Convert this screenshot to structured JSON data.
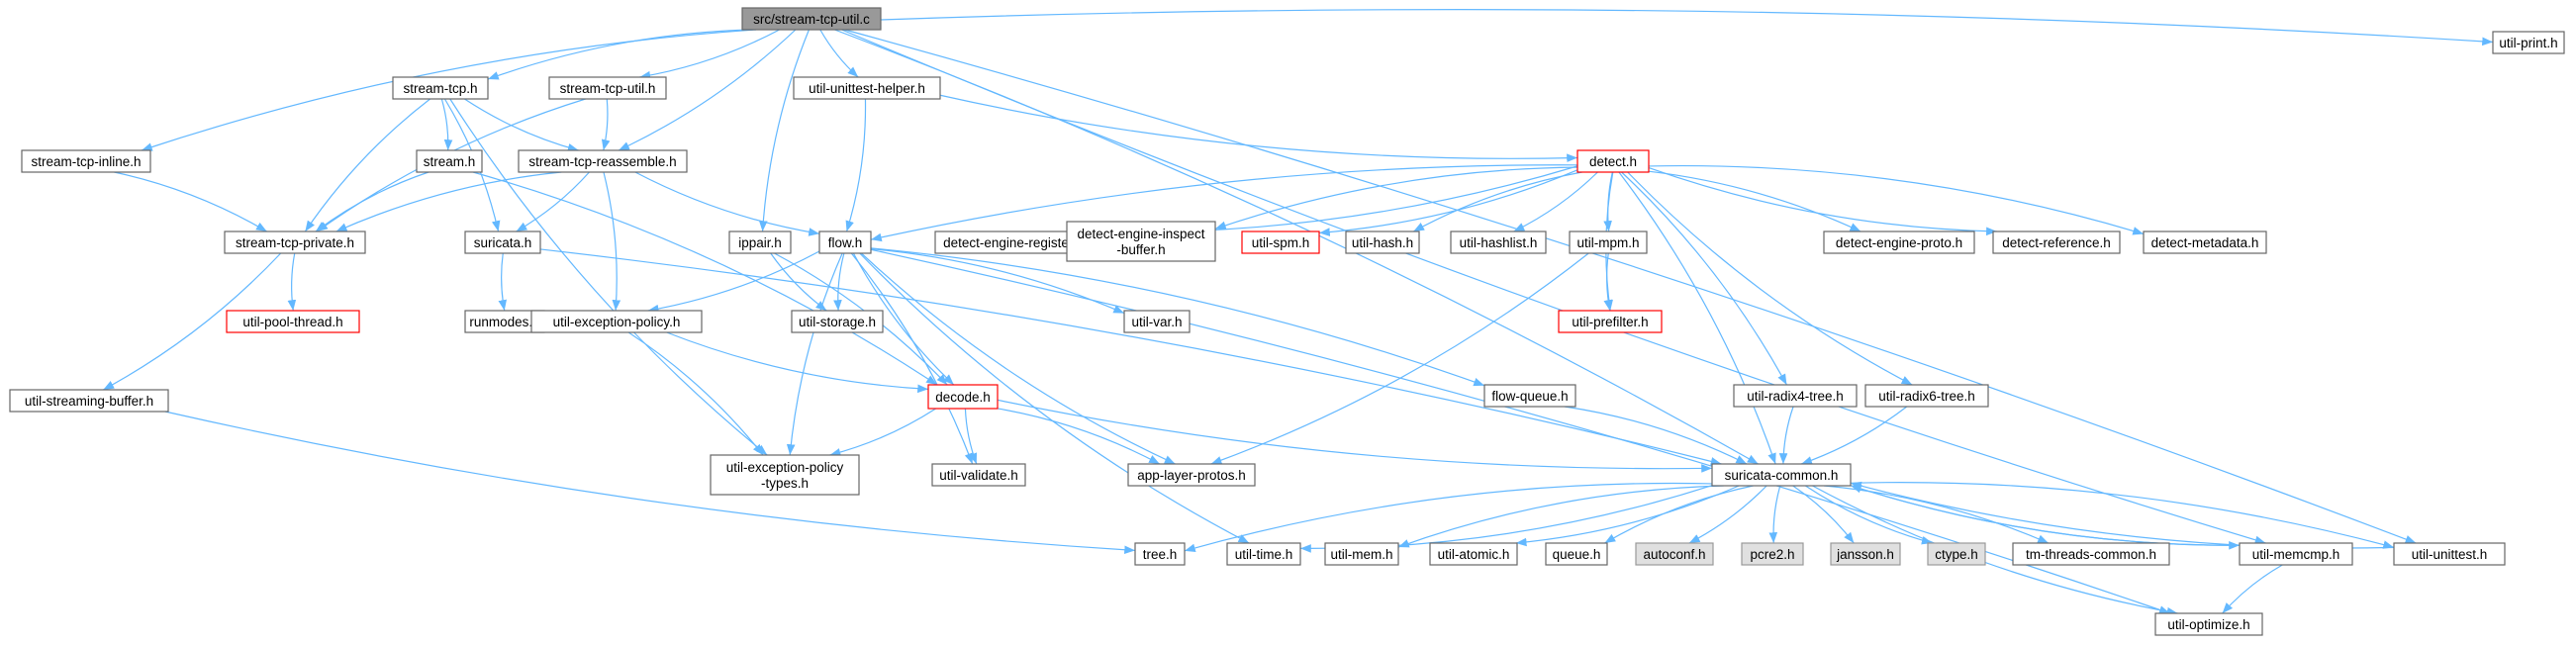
{
  "colors": {
    "edge": "#63b8ff",
    "default_border": "#666666",
    "default_fill": "#ffffff",
    "root_fill": "#999999",
    "root_border": "#666666",
    "missing_fill": "#e0e0e0",
    "missing_border": "#999999",
    "truncated_border": "#ff0000"
  },
  "nodes": [
    {
      "id": "root",
      "label": "src/stream-tcp-util.c",
      "style": "root"
    },
    {
      "id": "stream-tcp",
      "label": "stream-tcp.h",
      "style": "normal"
    },
    {
      "id": "stream-tcp-util",
      "label": "stream-tcp-util.h",
      "style": "normal"
    },
    {
      "id": "util-unittest-helper",
      "label": "util-unittest-helper.h",
      "style": "normal"
    },
    {
      "id": "util-print",
      "label": "util-print.h",
      "style": "normal"
    },
    {
      "id": "stream-tcp-inline",
      "label": "stream-tcp-inline.h",
      "style": "normal"
    },
    {
      "id": "stream-tcp-reassemble",
      "label": "stream-tcp-reassemble.h",
      "style": "normal"
    },
    {
      "id": "stream",
      "label": "stream.h",
      "style": "normal"
    },
    {
      "id": "detect",
      "label": "detect.h",
      "style": "truncated"
    },
    {
      "id": "stream-tcp-private",
      "label": "stream-tcp-private.h",
      "style": "normal"
    },
    {
      "id": "suricata",
      "label": "suricata.h",
      "style": "normal"
    },
    {
      "id": "ippair",
      "label": "ippair.h",
      "style": "normal"
    },
    {
      "id": "flow",
      "label": "flow.h",
      "style": "normal"
    },
    {
      "id": "detect-engine-register",
      "label": "detect-engine-register.h",
      "style": "normal"
    },
    {
      "id": "detect-engine-inspect-buffer",
      "label": "detect-engine-inspect\n-buffer.h",
      "style": "normal"
    },
    {
      "id": "util-spm",
      "label": "util-spm.h",
      "style": "truncated"
    },
    {
      "id": "util-hash",
      "label": "util-hash.h",
      "style": "normal"
    },
    {
      "id": "util-hashlist",
      "label": "util-hashlist.h",
      "style": "normal"
    },
    {
      "id": "util-mpm",
      "label": "util-mpm.h",
      "style": "normal"
    },
    {
      "id": "detect-engine-proto",
      "label": "detect-engine-proto.h",
      "style": "normal"
    },
    {
      "id": "detect-reference",
      "label": "detect-reference.h",
      "style": "normal"
    },
    {
      "id": "detect-metadata",
      "label": "detect-metadata.h",
      "style": "normal"
    },
    {
      "id": "util-pool-thread",
      "label": "util-pool-thread.h",
      "style": "truncated"
    },
    {
      "id": "runmodes",
      "label": "runmodes.h",
      "style": "normal"
    },
    {
      "id": "util-exception-policy",
      "label": "util-exception-policy.h",
      "style": "normal"
    },
    {
      "id": "util-storage",
      "label": "util-storage.h",
      "style": "normal"
    },
    {
      "id": "util-var",
      "label": "util-var.h",
      "style": "normal"
    },
    {
      "id": "util-prefilter",
      "label": "util-prefilter.h",
      "style": "truncated"
    },
    {
      "id": "util-streaming-buffer",
      "label": "util-streaming-buffer.h",
      "style": "normal"
    },
    {
      "id": "decode",
      "label": "decode.h",
      "style": "truncated"
    },
    {
      "id": "flow-queue",
      "label": "flow-queue.h",
      "style": "normal"
    },
    {
      "id": "util-radix4-tree",
      "label": "util-radix4-tree.h",
      "style": "normal"
    },
    {
      "id": "util-radix6-tree",
      "label": "util-radix6-tree.h",
      "style": "normal"
    },
    {
      "id": "util-exception-policy-types",
      "label": "util-exception-policy\n-types.h",
      "style": "normal"
    },
    {
      "id": "util-validate",
      "label": "util-validate.h",
      "style": "normal"
    },
    {
      "id": "app-layer-protos",
      "label": "app-layer-protos.h",
      "style": "normal"
    },
    {
      "id": "suricata-common",
      "label": "suricata-common.h",
      "style": "normal"
    },
    {
      "id": "tree",
      "label": "tree.h",
      "style": "normal"
    },
    {
      "id": "util-time",
      "label": "util-time.h",
      "style": "normal"
    },
    {
      "id": "util-mem",
      "label": "util-mem.h",
      "style": "normal"
    },
    {
      "id": "util-atomic",
      "label": "util-atomic.h",
      "style": "normal"
    },
    {
      "id": "queue",
      "label": "queue.h",
      "style": "normal"
    },
    {
      "id": "autoconf",
      "label": "autoconf.h",
      "style": "missing"
    },
    {
      "id": "pcre2",
      "label": "pcre2.h",
      "style": "missing"
    },
    {
      "id": "jansson",
      "label": "jansson.h",
      "style": "missing"
    },
    {
      "id": "ctype",
      "label": "ctype.h",
      "style": "missing"
    },
    {
      "id": "tm-threads-common",
      "label": "tm-threads-common.h",
      "style": "normal"
    },
    {
      "id": "util-memcmp",
      "label": "util-memcmp.h",
      "style": "normal"
    },
    {
      "id": "util-unittest",
      "label": "util-unittest.h",
      "style": "normal"
    },
    {
      "id": "util-optimize",
      "label": "util-optimize.h",
      "style": "normal"
    }
  ],
  "edges": [
    [
      "root",
      "stream-tcp"
    ],
    [
      "root",
      "stream-tcp-util"
    ],
    [
      "root",
      "util-unittest-helper"
    ],
    [
      "root",
      "util-print"
    ],
    [
      "root",
      "stream-tcp-inline"
    ],
    [
      "root",
      "stream-tcp-reassemble"
    ],
    [
      "root",
      "ippair"
    ],
    [
      "root",
      "suricata-common"
    ],
    [
      "root",
      "util-memcmp"
    ],
    [
      "root",
      "util-unittest"
    ],
    [
      "stream-tcp",
      "stream-tcp-private"
    ],
    [
      "stream-tcp",
      "stream"
    ],
    [
      "stream-tcp",
      "stream-tcp-reassemble"
    ],
    [
      "stream-tcp",
      "suricata"
    ],
    [
      "stream-tcp",
      "util-exception-policy-types"
    ],
    [
      "stream-tcp-util",
      "stream-tcp-reassemble"
    ],
    [
      "stream-tcp-util",
      "stream-tcp-private"
    ],
    [
      "util-unittest-helper",
      "flow"
    ],
    [
      "util-unittest-helper",
      "detect"
    ],
    [
      "stream-tcp-inline",
      "stream-tcp-private"
    ],
    [
      "stream",
      "stream-tcp-private"
    ],
    [
      "stream",
      "decode"
    ],
    [
      "stream-tcp-reassemble",
      "stream-tcp-private"
    ],
    [
      "stream-tcp-reassemble",
      "suricata"
    ],
    [
      "stream-tcp-reassemble",
      "flow"
    ],
    [
      "stream-tcp-reassemble",
      "util-exception-policy"
    ],
    [
      "stream-tcp-private",
      "util-pool-thread"
    ],
    [
      "stream-tcp-private",
      "util-streaming-buffer"
    ],
    [
      "suricata",
      "runmodes"
    ],
    [
      "suricata",
      "suricata-common"
    ],
    [
      "ippair",
      "util-storage"
    ],
    [
      "ippair",
      "decode"
    ],
    [
      "flow",
      "util-storage"
    ],
    [
      "flow",
      "util-var"
    ],
    [
      "flow",
      "decode"
    ],
    [
      "flow",
      "util-exception-policy"
    ],
    [
      "flow",
      "util-exception-policy-types"
    ],
    [
      "flow",
      "util-validate"
    ],
    [
      "flow",
      "app-layer-protos"
    ],
    [
      "flow",
      "flow-queue"
    ],
    [
      "flow",
      "util-time"
    ],
    [
      "flow",
      "util-optimize"
    ],
    [
      "detect",
      "flow"
    ],
    [
      "detect",
      "detect-engine-register"
    ],
    [
      "detect",
      "detect-engine-inspect-buffer"
    ],
    [
      "detect",
      "util-spm"
    ],
    [
      "detect",
      "util-hash"
    ],
    [
      "detect",
      "util-hashlist"
    ],
    [
      "detect",
      "util-mpm"
    ],
    [
      "detect",
      "detect-engine-proto"
    ],
    [
      "detect",
      "detect-reference"
    ],
    [
      "detect",
      "detect-metadata"
    ],
    [
      "detect",
      "util-prefilter"
    ],
    [
      "detect",
      "util-radix4-tree"
    ],
    [
      "detect",
      "util-radix6-tree"
    ],
    [
      "detect",
      "suricata-common"
    ],
    [
      "util-mpm",
      "util-prefilter"
    ],
    [
      "util-mpm",
      "app-layer-protos"
    ],
    [
      "util-exception-policy",
      "decode"
    ],
    [
      "util-exception-policy",
      "util-exception-policy-types"
    ],
    [
      "util-streaming-buffer",
      "tree"
    ],
    [
      "decode",
      "util-exception-policy-types"
    ],
    [
      "decode",
      "util-validate"
    ],
    [
      "decode",
      "app-layer-protos"
    ],
    [
      "decode",
      "suricata-common"
    ],
    [
      "flow-queue",
      "suricata-common"
    ],
    [
      "util-radix4-tree",
      "suricata-common"
    ],
    [
      "util-radix6-tree",
      "suricata-common"
    ],
    [
      "suricata-common",
      "tree"
    ],
    [
      "suricata-common",
      "util-time"
    ],
    [
      "suricata-common",
      "util-mem"
    ],
    [
      "suricata-common",
      "util-atomic"
    ],
    [
      "suricata-common",
      "queue"
    ],
    [
      "suricata-common",
      "autoconf"
    ],
    [
      "suricata-common",
      "pcre2"
    ],
    [
      "suricata-common",
      "jansson"
    ],
    [
      "suricata-common",
      "ctype"
    ],
    [
      "suricata-common",
      "tm-threads-common"
    ],
    [
      "suricata-common",
      "util-memcmp"
    ],
    [
      "suricata-common",
      "util-unittest"
    ],
    [
      "suricata-common",
      "util-optimize"
    ],
    [
      "util-memcmp",
      "suricata-common"
    ],
    [
      "util-memcmp",
      "util-optimize"
    ],
    [
      "util-unittest",
      "suricata-common"
    ]
  ]
}
